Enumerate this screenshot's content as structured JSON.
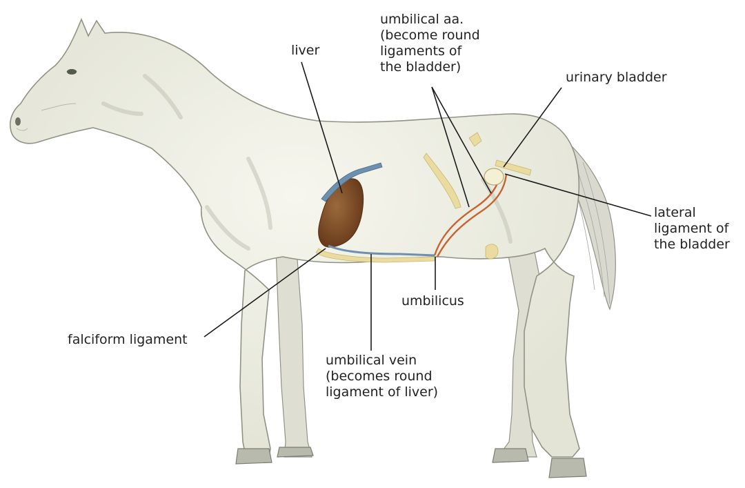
{
  "labels": {
    "liver": "liver",
    "umbilical_aa": [
      "umbilical aa.",
      "(become round",
      "ligaments of",
      "the bladder)"
    ],
    "urinary_bladder": "urinary bladder",
    "lateral_ligament": [
      "lateral",
      "ligament of",
      "the bladder"
    ],
    "umbilicus": "umbilicus",
    "falciform_ligament": "falciform ligament",
    "umbilical_vein": [
      "umbilical vein",
      "(becomes round",
      "ligament of liver)"
    ]
  },
  "colors": {
    "body_fill": "#f1f1e6",
    "body_shade": "#c9cbbd",
    "outline": "#8f9384",
    "liver": "#7d4a26",
    "vessel_blue": "#6f8fae",
    "artery_orange": "#c8632f",
    "ligament_cream": "#eadca0",
    "leader_line": "#1a1a1a"
  }
}
